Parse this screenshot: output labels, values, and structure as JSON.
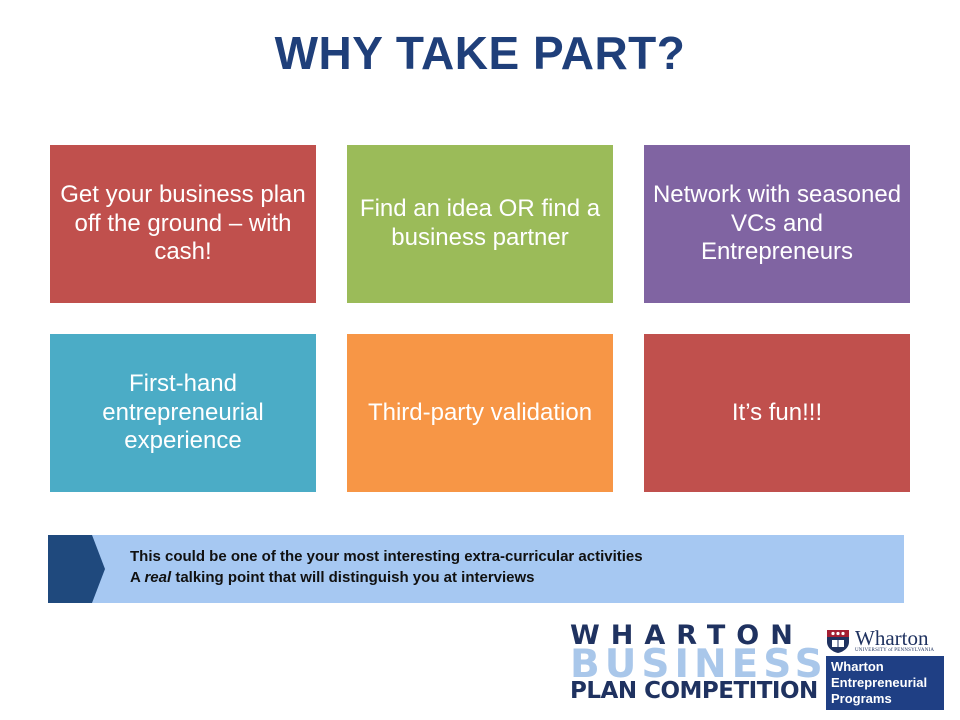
{
  "title": "WHY TAKE PART?",
  "tiles": [
    {
      "text": "Get your business plan off the ground – with cash!",
      "color": "#c0504d"
    },
    {
      "text": "Find an idea OR find a business partner",
      "color": "#9bbb59"
    },
    {
      "text": "Network with seasoned VCs and Entrepreneurs",
      "color": "#8064a2"
    },
    {
      "text": "First-hand entrepreneurial experience",
      "color": "#4bacc6"
    },
    {
      "text": "Third-party validation",
      "color": "#f79646"
    },
    {
      "text": "It’s fun!!!",
      "color": "#c0504d"
    }
  ],
  "banner": {
    "line1": "This could be one of the your most interesting extra-curricular activities",
    "line2_pre": "A ",
    "line2_em": "real",
    "line2_post": " talking point that will distinguish you at interviews",
    "background": "#a6c8f2",
    "arrow_color": "#1f497d"
  },
  "logos": {
    "competition": {
      "line1": "WHARTON",
      "line2": "BUSINESS",
      "line3": "PLAN COMPETITION"
    },
    "penn": {
      "word": "Wharton",
      "subtitle": "UNIVERSITY of PENNSYLVANIA",
      "icon": "penn-shield-icon"
    },
    "wep": {
      "line1": "Wharton",
      "line2": "Entrepreneurial",
      "line3": "Programs"
    }
  }
}
